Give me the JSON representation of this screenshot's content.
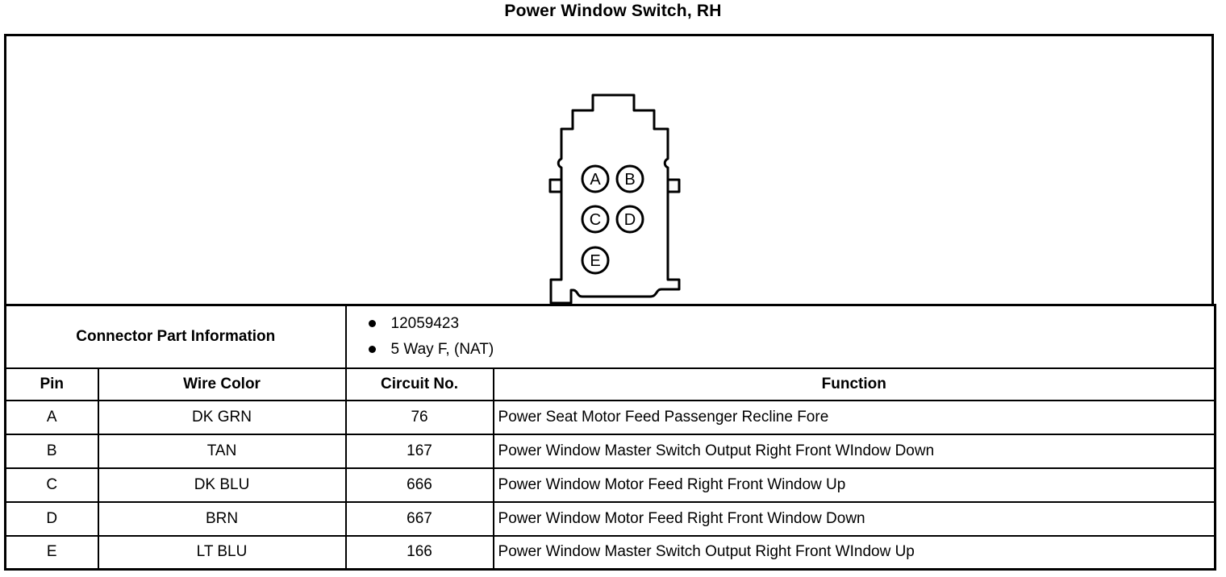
{
  "title": "Power Window Switch, RH",
  "diagram": {
    "name": "5-way connector face view",
    "pins": [
      {
        "label": "A"
      },
      {
        "label": "B"
      },
      {
        "label": "C"
      },
      {
        "label": "D"
      },
      {
        "label": "E"
      }
    ]
  },
  "part_info": {
    "label": "Connector Part Information",
    "items": [
      "12059423",
      "5 Way F, (NAT)"
    ]
  },
  "table": {
    "headers": {
      "pin": "Pin",
      "wire_color": "Wire Color",
      "circuit_no": "Circuit No.",
      "function": "Function"
    },
    "rows": [
      {
        "pin": "A",
        "wire_color": "DK GRN",
        "circuit_no": "76",
        "function": "Power Seat Motor Feed Passenger Recline Fore"
      },
      {
        "pin": "B",
        "wire_color": "TAN",
        "circuit_no": "167",
        "function": "Power Window Master Switch Output Right Front WIndow Down"
      },
      {
        "pin": "C",
        "wire_color": "DK BLU",
        "circuit_no": "666",
        "function": "Power Window Motor Feed Right Front Window Up"
      },
      {
        "pin": "D",
        "wire_color": "BRN",
        "circuit_no": "667",
        "function": "Power Window Motor Feed Right Front Window Down"
      },
      {
        "pin": "E",
        "wire_color": "LT BLU",
        "circuit_no": "166",
        "function": "Power Window Master Switch Output Right Front WIndow Up"
      }
    ]
  },
  "colors": {
    "ink": "#000000",
    "background": "#ffffff"
  }
}
